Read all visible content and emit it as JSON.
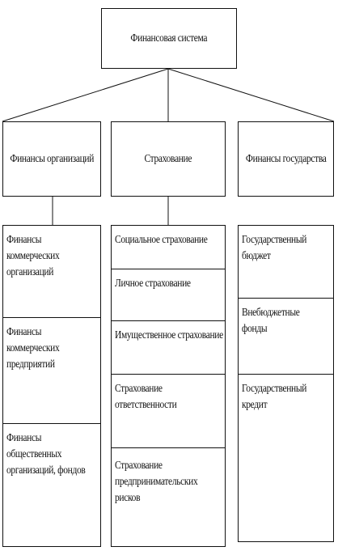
{
  "root": {
    "label": "Финансовая система"
  },
  "branches": [
    {
      "title": "Финансы организаций",
      "items": [
        [
          "Финансы",
          "коммерческих",
          "организаций"
        ],
        [
          "Финансы",
          "коммерческих",
          "предприятий"
        ],
        [
          "Финансы",
          "общественных",
          "организаций, фондов"
        ]
      ]
    },
    {
      "title": "Страхование",
      "items": [
        [
          "Социальное страхование"
        ],
        [
          "Личное страхование"
        ],
        [
          "Имущественное страхование"
        ],
        [
          "Страхование",
          "ответственности"
        ],
        [
          "Страхование",
          "предпринимательских",
          "рисков"
        ]
      ]
    },
    {
      "title": "Финансы государства",
      "items": [
        [
          "Государственный",
          "бюджет"
        ],
        [
          "Внебюджетные",
          "фонды"
        ],
        [
          "Государственный",
          "кредит"
        ]
      ]
    }
  ]
}
